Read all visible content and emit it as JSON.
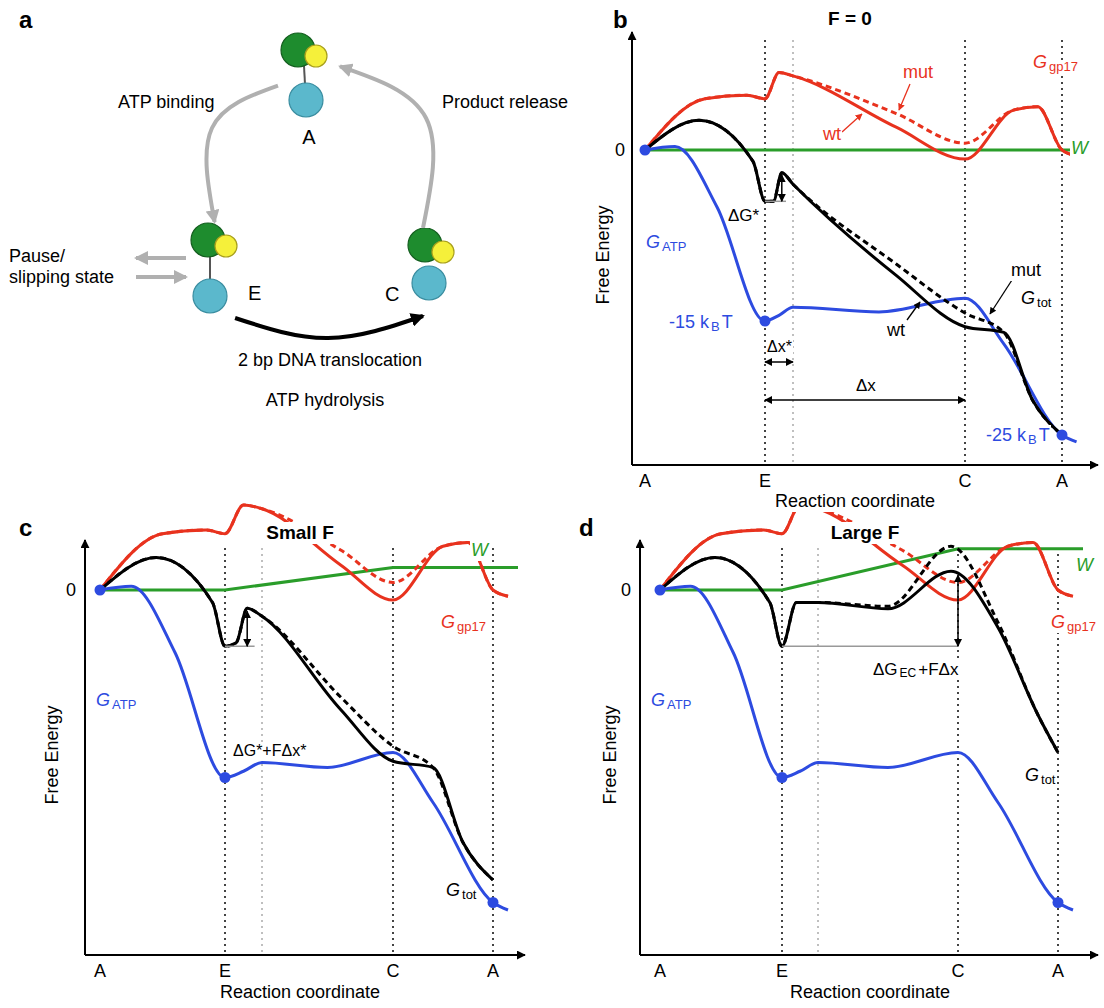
{
  "diagram": {
    "nodes": [
      {
        "text": [
          "A"
        ]
      },
      {
        "text": [
          "E"
        ]
      },
      {
        "text": [
          "C"
        ]
      }
    ],
    "edges": [
      {
        "from": 0,
        "to": 1,
        "arrow": "to",
        "label": "ATP binding"
      },
      {
        "from": 1,
        "to": 2,
        "arrow": "to",
        "label": "2 bp DNA translocation"
      },
      {
        "from": 2,
        "to": 0,
        "arrow": "to",
        "label": "Product release"
      }
    ],
    "labels": [
      "a",
      "b",
      "c",
      "d",
      "F = 0",
      "Small F",
      "Large F",
      "Pause/ slipping state",
      "ATP hydrolysis",
      "0",
      "G",
      "gp17",
      "mut",
      "wt",
      "W",
      "ΔG*",
      "mut",
      "wt",
      "G",
      "tot",
      "G",
      "ATP",
      "-15 k",
      "B",
      "T",
      "Δx*",
      "Δx",
      "-25 k",
      "B",
      "T",
      "A",
      "E",
      "C",
      "A",
      "Reaction coordinate",
      "Free Energy",
      "0",
      "W",
      "G",
      "gp17",
      "G",
      "ATP",
      "ΔG*+FΔx*",
      "G",
      "tot",
      "A",
      "E",
      "C",
      "A",
      "Reaction coordinate",
      "Free Energy",
      "0",
      "W",
      "G",
      "gp17",
      "G",
      "ATP",
      "ΔG",
      "EC",
      "+FΔx",
      "G",
      "tot",
      "A",
      "E",
      "C",
      "A",
      "Reaction coordinate",
      "Free Energy"
    ]
  }
}
